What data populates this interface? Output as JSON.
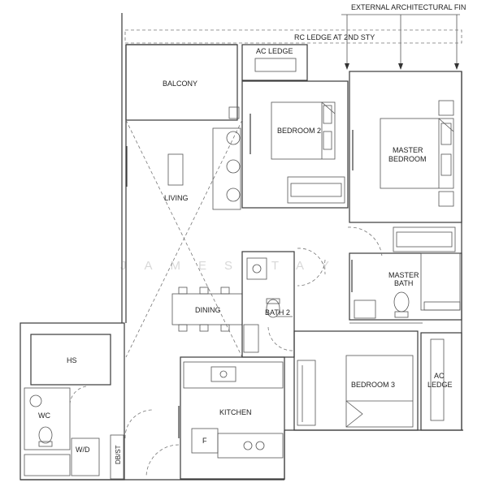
{
  "rooms": {
    "balcony": "BALCONY",
    "ac_ledge_top": "AC LEDGE",
    "bedroom2": "BEDROOM 2",
    "master_bedroom_line1": "MASTER",
    "master_bedroom_line2": "BEDROOM",
    "living": "LIVING",
    "master_bath_line1": "MASTER",
    "master_bath_line2": "BATH",
    "dining": "DINING",
    "bath2": "BATH 2",
    "hs": "HS",
    "bedroom3": "BEDROOM 3",
    "ac_ledge_right_line1": "AC",
    "ac_ledge_right_line2": "LEDGE",
    "kitchen": "KITCHEN",
    "wc": "WC",
    "wd": "W/D",
    "dbst": "DB/ST",
    "fridge": "F"
  },
  "annotations": {
    "external_fin": "EXTERNAL ARCHITECTURAL FIN",
    "rc_ledge": "RC LEDGE AT 2ND STY"
  },
  "watermark": "JAMES TAY"
}
